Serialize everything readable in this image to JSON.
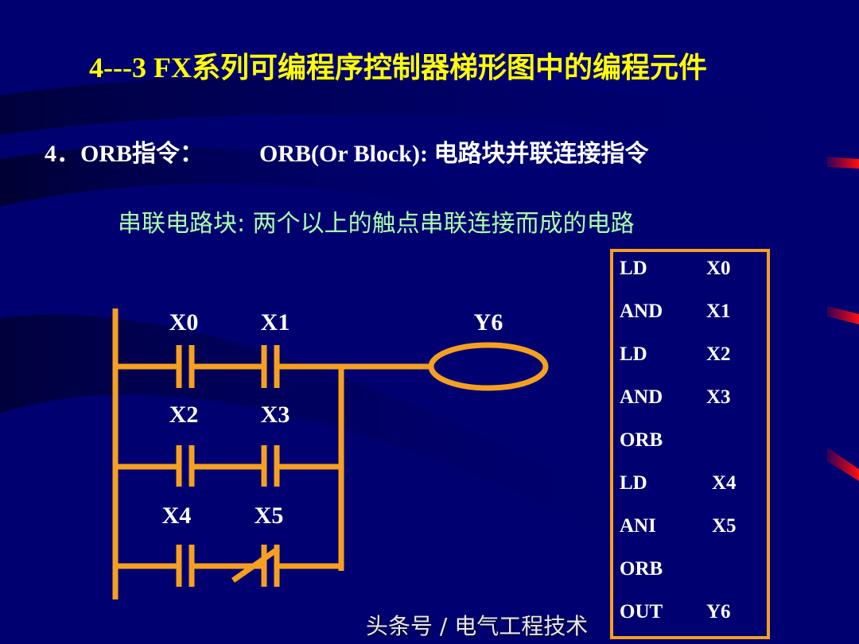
{
  "slide": {
    "title": "4---3  FX系列可编程序控制器梯形图中的编程元件",
    "heading_left": "4．ORB指令：",
    "heading_right": "ORB(Or Block):  电路块并联连接指令",
    "definition": "串联电路块: 两个以上的触点串联连接而成的电路"
  },
  "ladder": {
    "contacts": [
      {
        "label": "X0",
        "type": "normally-open"
      },
      {
        "label": "X1",
        "type": "normally-open"
      },
      {
        "label": "X2",
        "type": "normally-open"
      },
      {
        "label": "X3",
        "type": "normally-open"
      },
      {
        "label": "X4",
        "type": "normally-open"
      },
      {
        "label": "X5",
        "type": "normally-closed"
      }
    ],
    "coil": {
      "label": "Y6"
    },
    "line_color": "#f5a020"
  },
  "program": [
    {
      "op": "LD",
      "arg": "X0"
    },
    {
      "op": "AND",
      "arg": "X1"
    },
    {
      "op": "LD",
      "arg": "X2"
    },
    {
      "op": "AND",
      "arg": "X3"
    },
    {
      "op": "ORB",
      "arg": ""
    },
    {
      "op": "LD",
      "arg": "X4"
    },
    {
      "op": "ANI",
      "arg": "X5"
    },
    {
      "op": "ORB",
      "arg": ""
    },
    {
      "op": "OUT",
      "arg": "Y6"
    }
  ],
  "watermark": "头条号 / 电气工程技术"
}
